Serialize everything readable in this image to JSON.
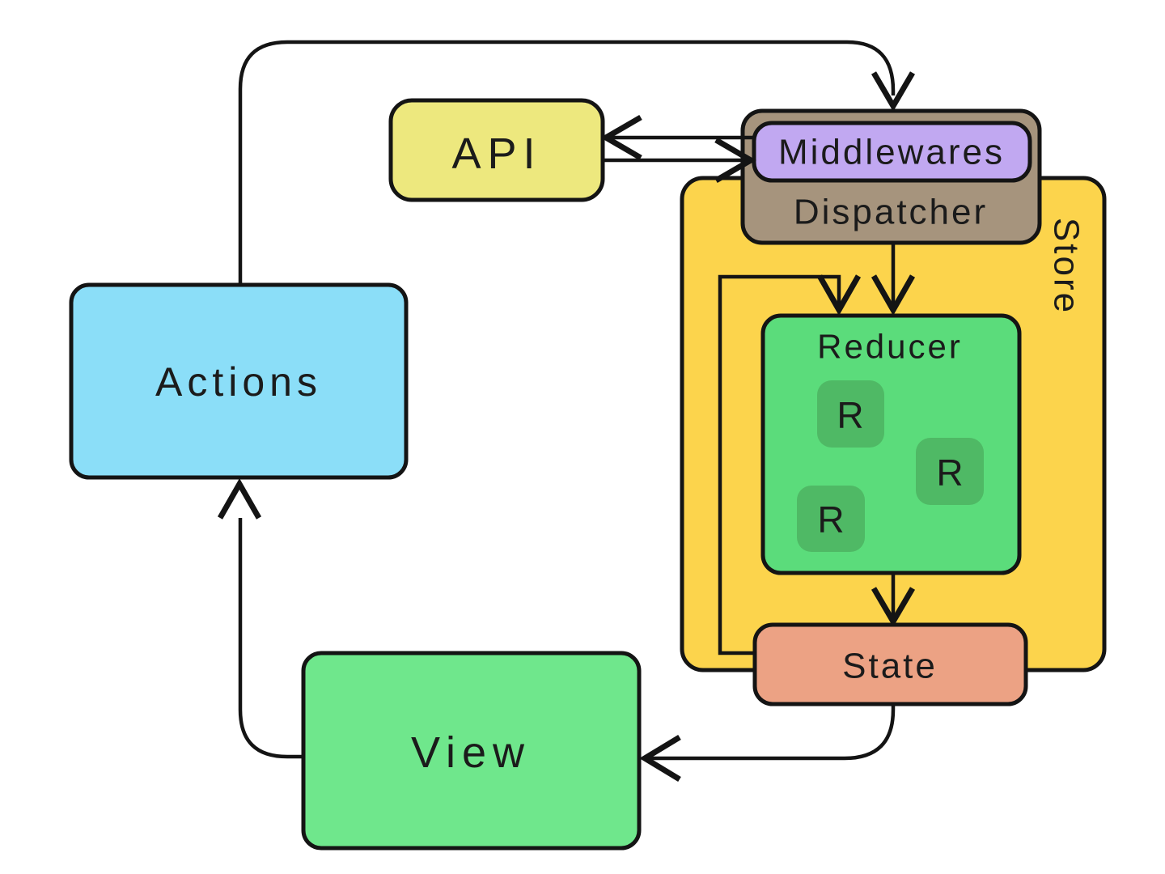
{
  "style": {
    "background": "#ffffff",
    "outline_color": "#141414",
    "text_color": "#1b1b1b"
  },
  "nodes": {
    "actions": {
      "label": "Actions",
      "color": "#8BDEF8"
    },
    "api": {
      "label": "API",
      "color": "#EDE87E"
    },
    "dispatcher": {
      "label": "Dispatcher",
      "color": "#A6947D"
    },
    "middlewares": {
      "label": "Middlewares",
      "color": "#C1A8F1"
    },
    "store": {
      "label": "Store",
      "color": "#FCD44C"
    },
    "reducer": {
      "label": "Reducer",
      "color": "#5BDC7B"
    },
    "reducer_items": {
      "color": "#4FB965",
      "items": [
        {
          "label": "R"
        },
        {
          "label": "R"
        },
        {
          "label": "R"
        }
      ]
    },
    "state": {
      "label": "State",
      "color": "#ECA284"
    },
    "view": {
      "label": "View",
      "color": "#6FE78C"
    }
  }
}
